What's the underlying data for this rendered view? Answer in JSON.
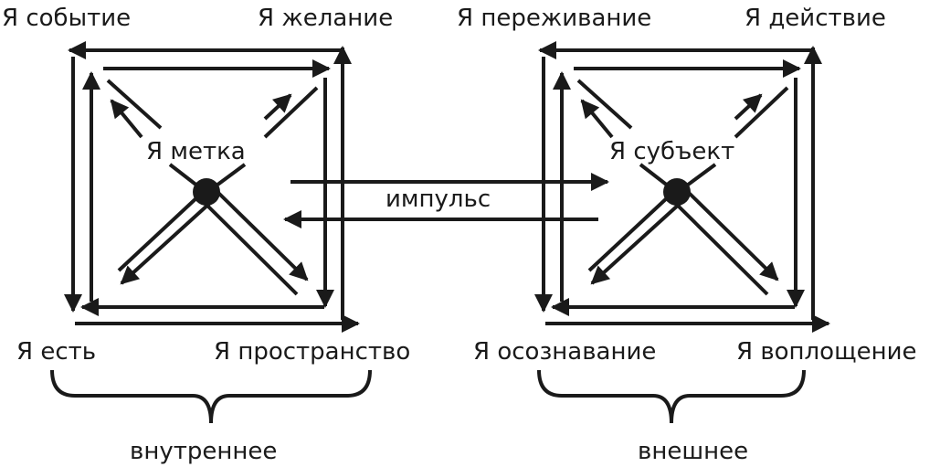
{
  "colors": {
    "ink": "#1a1a1a",
    "background": "#ffffff"
  },
  "left_square": {
    "corners": {
      "top_left": "Я событие",
      "top_right": "Я желание",
      "bottom_left": "Я есть",
      "bottom_right": "Я пространство"
    },
    "center": "Я метка",
    "group_label": "внутреннее"
  },
  "right_square": {
    "corners": {
      "top_left": "Я переживание",
      "top_right": "Я действие",
      "bottom_left": "Я осознавание",
      "bottom_right": "Я воплощение"
    },
    "center": "Я субъект",
    "group_label": "внешнее"
  },
  "link_label": "импульс"
}
